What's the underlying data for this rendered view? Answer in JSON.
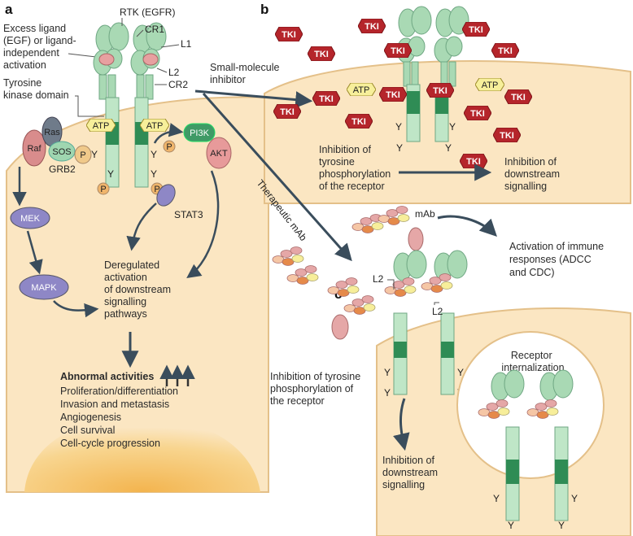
{
  "panels": {
    "a": "a",
    "b": "b",
    "c": "c"
  },
  "panel_a": {
    "excess_ligand": [
      "Excess ligand",
      "(EGF) or ligand-",
      "independent",
      "activation"
    ],
    "rtk": "RTK (EGFR)",
    "cr1": "CR1",
    "l1": "L1",
    "l2": "L2",
    "cr2": "CR2",
    "tyrosine_kinase": [
      "Tyrosine",
      "kinase domain"
    ],
    "atp": "ATP",
    "raf": "Raf",
    "ras": "Ras",
    "sos": "SOS",
    "grb2": "GRB2",
    "p": "P",
    "y": "Y",
    "pi3k": "PI3K",
    "akt": "AKT",
    "stat3": "STAT3",
    "mek": "MEK",
    "mapk": "MAPK",
    "deregulated": [
      "Deregulated",
      "activation",
      "of downstream",
      "signalling",
      "pathways"
    ],
    "abnormal_title": "Abnormal activities",
    "abnormal_items": [
      "Proliferation/differentiation",
      "Invasion and metastasis",
      "Angiogenesis",
      "Cell survival",
      "Cell-cycle progression"
    ]
  },
  "panel_b": {
    "small_molecule": [
      "Small-molecule",
      "inhibitor"
    ],
    "tki": "TKI",
    "atp": "ATP",
    "inhibition_receptor": [
      "Inhibition of",
      "tyrosine",
      "phosphorylation",
      "of the receptor"
    ],
    "inhibition_downstream": [
      "Inhibition of",
      "downstream",
      "signalling"
    ]
  },
  "panel_c": {
    "therapeutic_mab": "Therapeutic mAb",
    "mab": "mAb",
    "immune": [
      "Activation of immune",
      "responses (ADCC",
      "and CDC)"
    ],
    "l2": "L2",
    "inhibition_tyrosine": [
      "Inhibition of tyrosine",
      "phosphorylation of",
      "the receptor"
    ],
    "inhibition_downstream": [
      "Inhibition of",
      "downstream",
      "signalling"
    ],
    "internalization": [
      "Receptor",
      "internalization"
    ]
  },
  "colors": {
    "cell": "#fbe6c2",
    "cell_edge": "#e4c089",
    "receptor": "#a9d9b4",
    "receptor_dark": "#2f8c55",
    "tki": "#b5252b",
    "atp": "#f7ef9a",
    "arrow": "#3a4d5c",
    "mek": "#8e87c6",
    "pink": "#e3a3a3",
    "orange": "#e58a4a"
  }
}
